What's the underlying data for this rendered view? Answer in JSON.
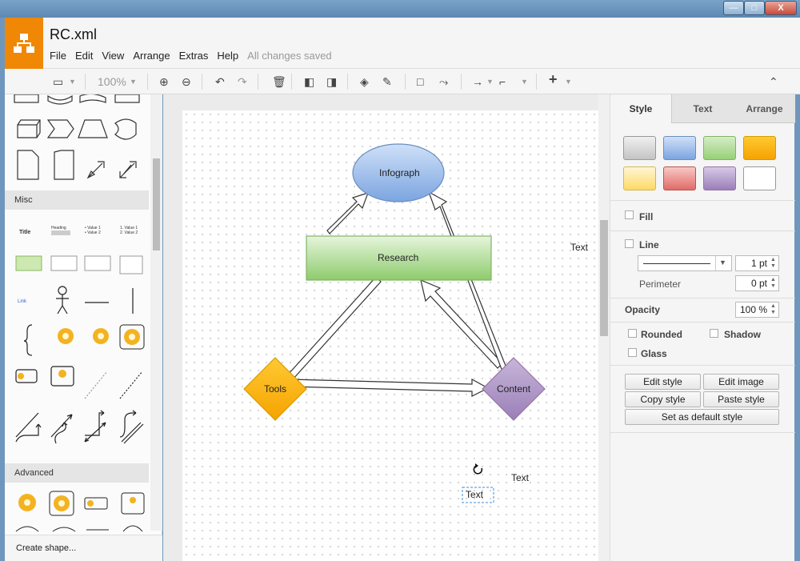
{
  "window": {
    "minimize": "—",
    "maximize": "□",
    "close": "X"
  },
  "app": {
    "title": "RC.xml"
  },
  "menu": {
    "items": [
      "File",
      "Edit",
      "View",
      "Arrange",
      "Extras",
      "Help"
    ],
    "status": "All changes saved"
  },
  "toolbar": {
    "zoom": "100%"
  },
  "sidebar": {
    "sections": {
      "misc": "Misc",
      "advanced": "Advanced"
    },
    "create_shape": "Create shape..."
  },
  "canvas": {
    "shapes": {
      "infograph": "Infograph",
      "research": "Research",
      "tools": "Tools",
      "content": "Content"
    },
    "text_right": "Text",
    "text_bottom_a": "Text",
    "text_bottom_b": "Text"
  },
  "panel": {
    "tabs": [
      "Style",
      "Text",
      "Arrange"
    ],
    "fill_label": "Fill",
    "line_label": "Line",
    "line_width": "1 pt",
    "perimeter_label": "Perimeter",
    "perimeter_value": "0 pt",
    "opacity_label": "Opacity",
    "opacity_value": "100 %",
    "rounded_label": "Rounded",
    "shadow_label": "Shadow",
    "glass_label": "Glass",
    "buttons": {
      "edit_style": "Edit style",
      "edit_image": "Edit image",
      "copy_style": "Copy style",
      "paste_style": "Paste style",
      "set_default": "Set as default style"
    },
    "swatches": [
      "#d6d6d6",
      "#a9c4eb",
      "#b9e0a5",
      "#ffb74d",
      "#fff2cc",
      "#f19c99",
      "#b5a3cc",
      "#ffffff"
    ]
  }
}
